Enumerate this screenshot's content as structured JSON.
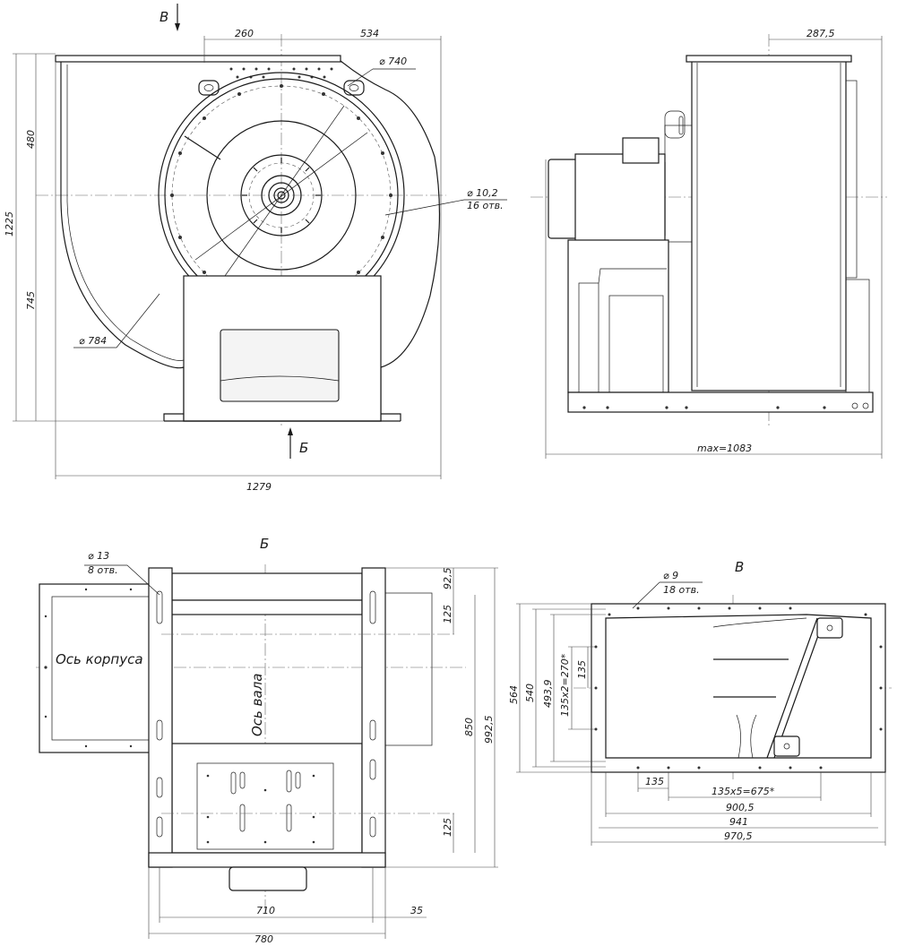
{
  "views": {
    "front": {
      "arrow_top_label": "В",
      "arrow_bottom_label": "Б",
      "dim_260": "260",
      "dim_534": "534",
      "dim_480": "480",
      "dim_1225": "1225",
      "dim_745": "745",
      "dim_1279": "1279",
      "leader_740": "⌀ 740",
      "leader_784": "⌀ 784",
      "leader_10_2": "⌀ 10,2",
      "leader_16_holes": "16 отв."
    },
    "side": {
      "dim_287_5": "287,5",
      "dim_max": "max=1083"
    },
    "bottom": {
      "view_label": "Б",
      "leader_13": "⌀ 13",
      "leader_8_holes": "8 отв.",
      "label_body_axis": "Ось корпуса",
      "label_shaft_axis": "Ось вала",
      "dim_92_5": "92,5",
      "dim_125_top": "125",
      "dim_850": "850",
      "dim_992_5": "992,5",
      "dim_125_bottom": "125",
      "dim_710": "710",
      "dim_35": "35",
      "dim_780": "780"
    },
    "outlet": {
      "view_label": "В",
      "leader_9": "⌀ 9",
      "leader_18_holes": "18 отв.",
      "dim_564": "564",
      "dim_540": "540",
      "dim_493_9": "493,9",
      "dim_135x2": "135x2=270*",
      "dim_135_v": "135",
      "dim_135_h": "135",
      "dim_135x5": "135x5=675*",
      "dim_900_5": "900,5",
      "dim_941": "941",
      "dim_970_5": "970,5"
    }
  }
}
